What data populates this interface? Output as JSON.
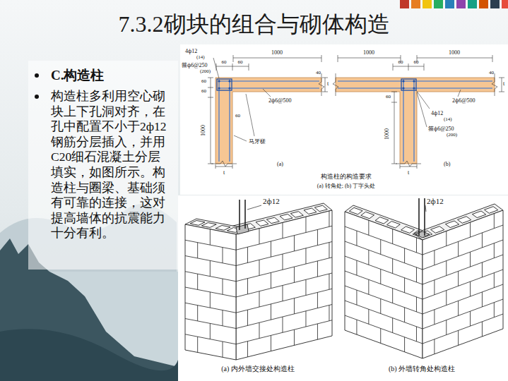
{
  "diagram": {
    "title": "7.3.2砌块的组合与砌体构造",
    "labels": [
      "C.构造柱",
      "构造柱多利用空心砌块上下孔洞对齐，在孔中配置不小于2ф12钢筋分层插入，并用C20细石混凝土分层填实，如图所示。构造柱与圈梁、基础须有可靠的连接，这对提高墙体的抗震能力十分有利。",
      "4ф12",
      "(14)",
      "箍ф6@250",
      "(200)",
      "1000",
      "60",
      "60",
      "40",
      "t",
      "60",
      "60",
      "1000",
      "60",
      "2ф6@500",
      "马牙槎",
      "t",
      "(a)",
      "1000",
      "1000",
      "60",
      "60",
      "40",
      "t",
      "2ф6@500",
      "4ф12",
      "(14)",
      "箍ф6@250",
      "(200)",
      "1000",
      "60",
      "t",
      "(b)",
      "构造柱的构造要求",
      "(a) 转角处; (b) 丁字头处",
      "2ф12",
      "2ф12",
      "(a) 内外墙交接处构造柱",
      "(b) 外墙转角处构造柱"
    ]
  }
}
